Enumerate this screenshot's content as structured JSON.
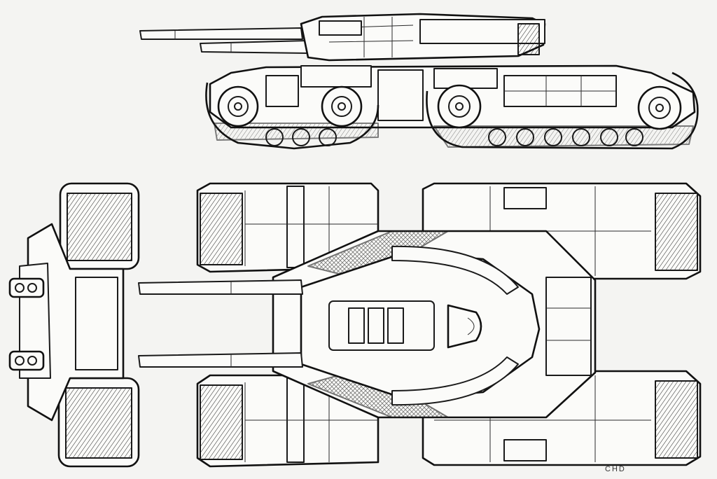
{
  "drawing": {
    "subject": "tank",
    "views": [
      "side-view",
      "front-view",
      "top-view"
    ],
    "palette": {
      "paper": "#f4f4f2",
      "ink": "#1a1a1a"
    }
  }
}
